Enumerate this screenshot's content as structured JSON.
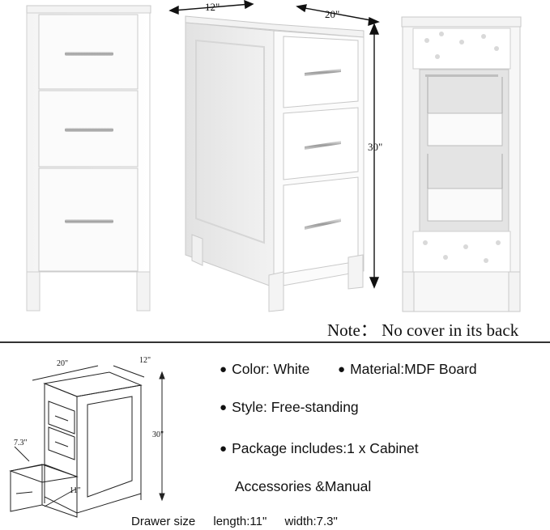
{
  "top": {
    "dims": {
      "depth": "12\"",
      "width": "20\"",
      "height": "30\""
    },
    "note": "Note： No cover in its back"
  },
  "diagram": {
    "dims": {
      "width": "20\"",
      "depth": "12\"",
      "height": "30\"",
      "drawer_width": "7.3\"",
      "drawer_length": "11\""
    }
  },
  "specs": {
    "color": "Color: White",
    "material": "Material:MDF Board",
    "style": "Style: Free-standing",
    "package": "Package includes:1 x Cabinet",
    "accessories": "Accessories &Manual"
  },
  "drawer_size": {
    "label": "Drawer size",
    "length": "length:11\"",
    "width": "width:7.3\""
  }
}
